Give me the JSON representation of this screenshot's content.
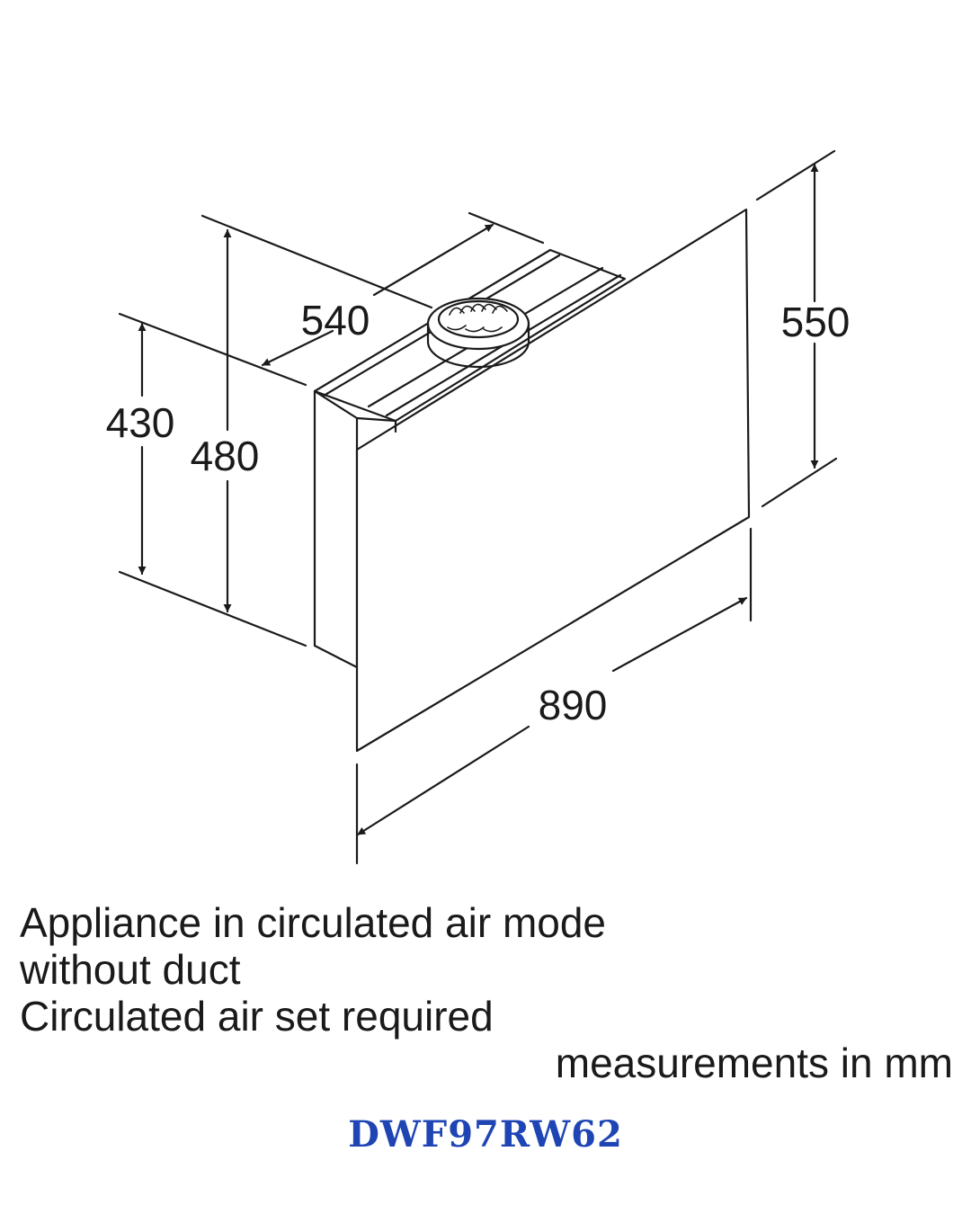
{
  "dimensions": {
    "depth_top": "540",
    "height_back": "430",
    "height_total": "480",
    "height_front": "550",
    "width": "890"
  },
  "notes": {
    "line1": "Appliance in circulated air mode",
    "line2": "without duct",
    "line3": "Circulated air set required",
    "units": "measurements in mm"
  },
  "model_code": "DWF97RW62",
  "colors": {
    "line": "#1a1a1a",
    "model_text": "#1f45b4"
  }
}
